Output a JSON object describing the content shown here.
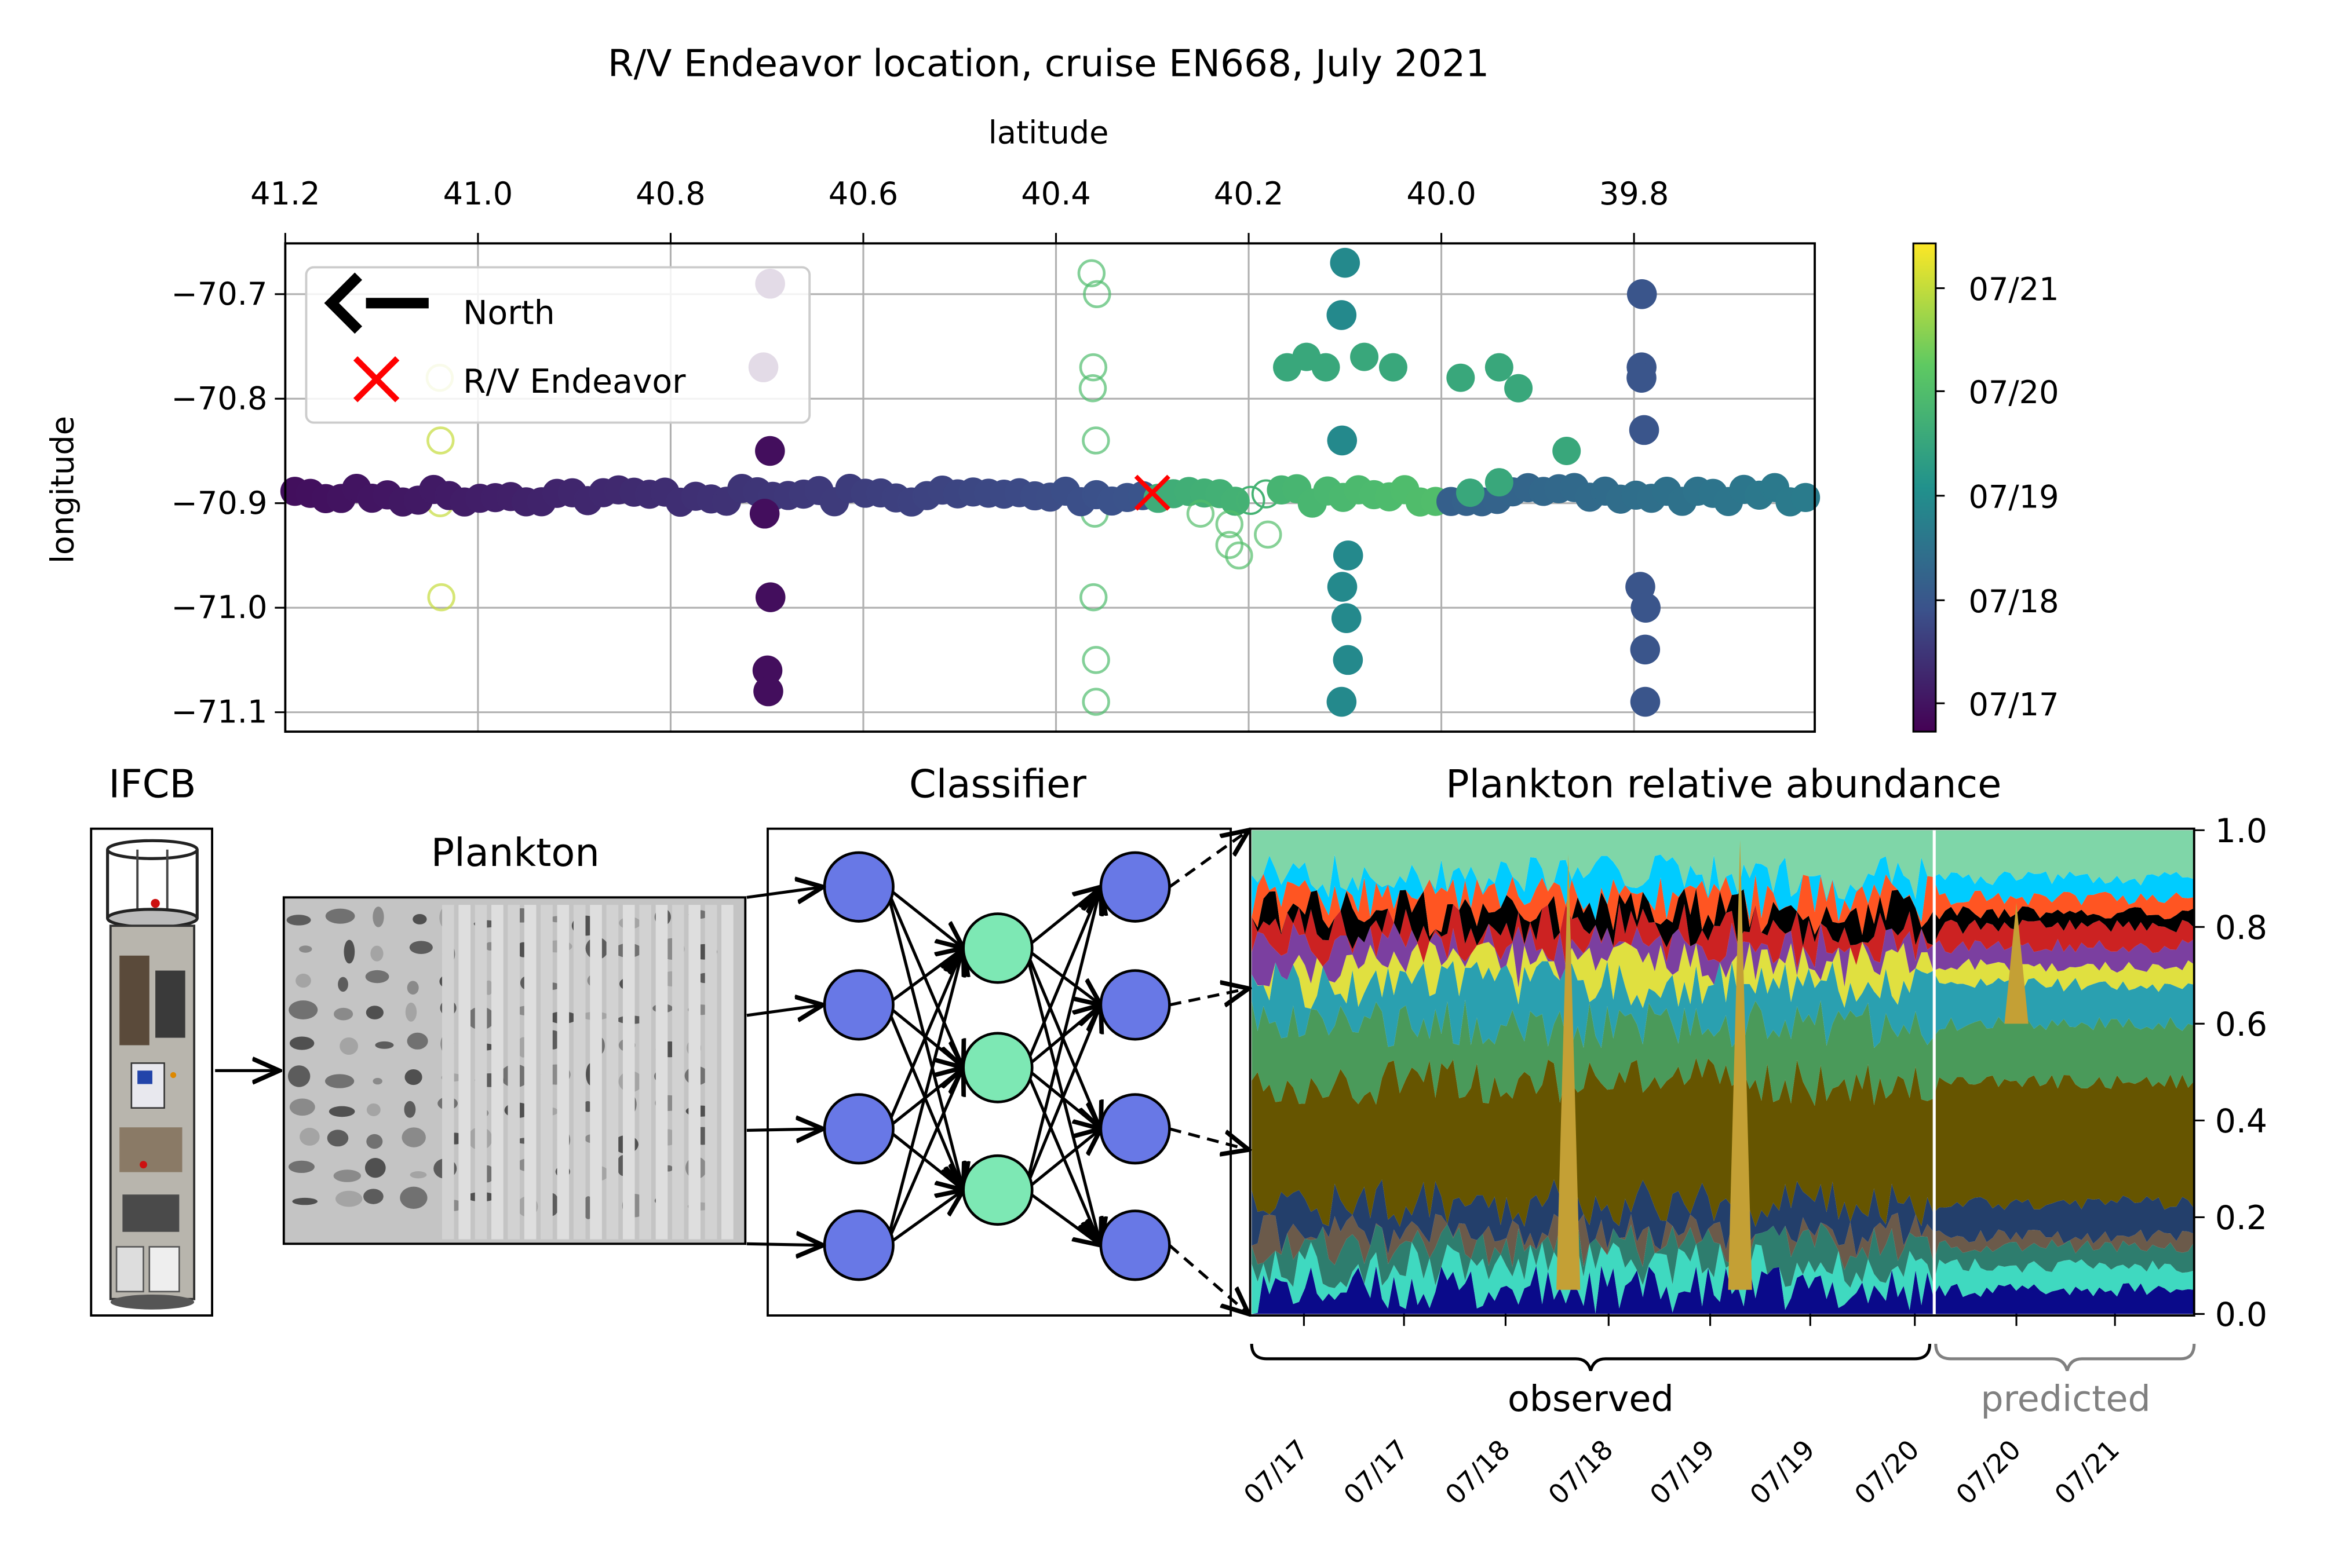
{
  "map": {
    "title": "R/V Endeavor location, cruise EN668, July 2021",
    "xlabel": "latitude",
    "ylabel": "longitude",
    "x_ticks": [
      "41.2",
      "41.0",
      "40.8",
      "40.6",
      "40.4",
      "40.2",
      "40.0",
      "39.8"
    ],
    "y_ticks": [
      "−70.7",
      "−70.8",
      "−70.9",
      "−71.0",
      "−71.1"
    ],
    "legend": {
      "north_label": "North",
      "vessel_label": "R/V Endeavor"
    },
    "colorbar_ticks": [
      "07/21",
      "07/20",
      "07/19",
      "07/18",
      "07/17"
    ],
    "colors": {
      "vessel_marker": "#ff0000",
      "north_arrow": "#000000"
    }
  },
  "panels": {
    "ifcb_label": "IFCB",
    "plankton_label": "Plankton",
    "classifier_label": "Classifier",
    "colors": {
      "input_output_node": "#6878e6",
      "hidden_node": "#7de8b4"
    }
  },
  "abundance": {
    "title": "Plankton relative abundance",
    "y_ticks": [
      "0.0",
      "0.2",
      "0.4",
      "0.6",
      "0.8",
      "1.0"
    ],
    "x_ticks": [
      "07/17",
      "07/17",
      "07/18",
      "07/18",
      "07/19",
      "07/19",
      "07/20",
      "07/20",
      "07/21"
    ],
    "observed_label": "observed",
    "predicted_label": "predicted"
  },
  "chart_data": [
    {
      "type": "scatter",
      "title": "R/V Endeavor location, cruise EN668, July 2021",
      "xlabel": "latitude",
      "ylabel": "longitude",
      "xlim": [
        41.2,
        39.61
      ],
      "ylim": [
        -71.11,
        -70.65
      ],
      "x_inverted": true,
      "grid": true,
      "legend_position": "top-left",
      "colormap": "viridis",
      "colorbar_range": [
        "07/17",
        "07/21"
      ],
      "track": {
        "longitude": -70.89,
        "lat_start": 41.2,
        "lat_end": 39.61
      },
      "transects": [
        {
          "latitude": 40.7,
          "longitudes": [
            -70.69,
            -70.77,
            -70.85,
            -70.91,
            -70.99,
            -71.06,
            -71.08
          ],
          "date": "07/17"
        },
        {
          "latitude": 39.79,
          "longitudes": [
            -70.7,
            -70.77,
            -70.78,
            -70.83,
            -70.98,
            -71.0,
            -71.04,
            -71.09
          ],
          "date": "07/18"
        },
        {
          "latitude": 40.1,
          "longitudes": [
            -70.67,
            -70.72,
            -70.84,
            -70.95,
            -70.98,
            -71.01,
            -71.05,
            -71.09
          ],
          "date": "07/19"
        },
        {
          "latitude": 40.36,
          "longitudes": [
            -70.68,
            -70.7,
            -70.77,
            -70.79,
            -70.84,
            -70.91,
            -70.99,
            -71.05,
            -71.09
          ],
          "date": "07/20",
          "hollow": true
        },
        {
          "latitude": 41.04,
          "longitudes": [
            -70.78,
            -70.84,
            -70.9,
            -70.99
          ],
          "date": "07/21",
          "hollow": true
        }
      ],
      "vessel": {
        "latitude": 40.3,
        "longitude": -70.89
      }
    },
    {
      "type": "area",
      "title": "Plankton relative abundance",
      "ylim": [
        0,
        1
      ],
      "x_ticks": [
        "07/17",
        "07/17",
        "07/18",
        "07/18",
        "07/19",
        "07/19",
        "07/20",
        "07/20",
        "07/21"
      ],
      "segments": [
        "observed",
        "predicted"
      ],
      "stack_boundaries_approx": [
        0.05,
        0.1,
        0.14,
        0.16,
        0.23,
        0.48,
        0.6,
        0.68,
        0.72,
        0.76,
        0.8,
        0.83,
        0.86,
        0.9,
        1.0
      ],
      "stack_colors": [
        "#0a0a8a",
        "#3fd9c0",
        "#2e7d6e",
        "#6b5a4a",
        "#233f6b",
        "#665500",
        "#4a9a5a",
        "#2aa0b0",
        "#e0e040",
        "#7b3fa0",
        "#cc2222",
        "#000000",
        "#ff5522",
        "#00ccff",
        "#7fd6a8"
      ]
    }
  ]
}
